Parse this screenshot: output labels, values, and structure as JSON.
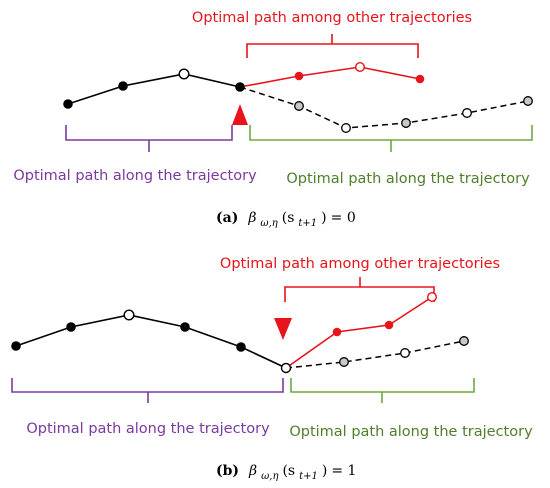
{
  "colors": {
    "trajectory": "#000000",
    "other": "#e8141b",
    "along": "#7a3aa0",
    "green": "#6fa83f",
    "green_text": "#4f7f2a",
    "hollow": "#ffffff",
    "gray": "#c8c8c8"
  },
  "panel_a": {
    "top_label": "Optimal path among other trajectories",
    "left_label": "Optimal path along the trajectory",
    "right_label": "Optimal path along the trajectory",
    "caption": {
      "tag": "(a)",
      "beta": "β",
      "sub": "ω,η",
      "arg_open": "(s",
      "arg_sub": "t+1",
      "arg_close": ")",
      "rhs": " = 0"
    }
  },
  "panel_b": {
    "top_label": "Optimal path among other trajectories",
    "left_label": "Optimal path along the trajectory",
    "right_label": "Optimal path along the trajectory",
    "caption": {
      "tag": "(b)",
      "beta": "β",
      "sub": "ω,η",
      "arg_open": "(s",
      "arg_sub": "t+1",
      "arg_close": ")",
      "rhs": " = 1"
    }
  }
}
